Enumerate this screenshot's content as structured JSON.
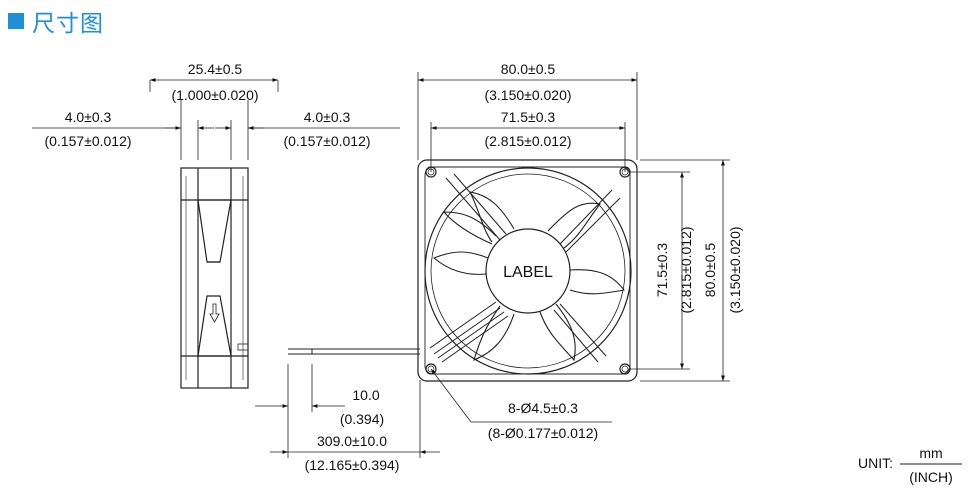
{
  "header": {
    "title": "尺寸图",
    "accent": "#1f8fd6"
  },
  "side_view": {
    "depth_mm": "25.4±0.5",
    "depth_in": "(1.000±0.020)",
    "flange_left_mm": "4.0±0.3",
    "flange_left_in": "(0.157±0.012)",
    "flange_right_mm": "4.0±0.3",
    "flange_right_in": "(0.157±0.012)"
  },
  "front_view": {
    "size_mm": "80.0±0.5",
    "size_in": "(3.150±0.020)",
    "hole_pitch_mm": "71.5±0.3",
    "hole_pitch_in": "(2.815±0.012)",
    "hole_pitch_v_mm": "71.5±0.3",
    "hole_pitch_v_in": "(2.815±0.012)",
    "size_v_mm": "80.0±0.5",
    "size_v_in": "(3.150±0.020)",
    "label_text": "LABEL",
    "holes_mm": "8-Ø4.5±0.3",
    "holes_in": "(8-Ø0.177±0.012)"
  },
  "lead": {
    "strip_mm": "10.0",
    "strip_in": "(0.394)",
    "length_mm": "309.0±10.0",
    "length_in": "(12.165±0.394)"
  },
  "unit": {
    "label": "UNIT:",
    "top": "mm",
    "bottom": "(INCH)"
  }
}
